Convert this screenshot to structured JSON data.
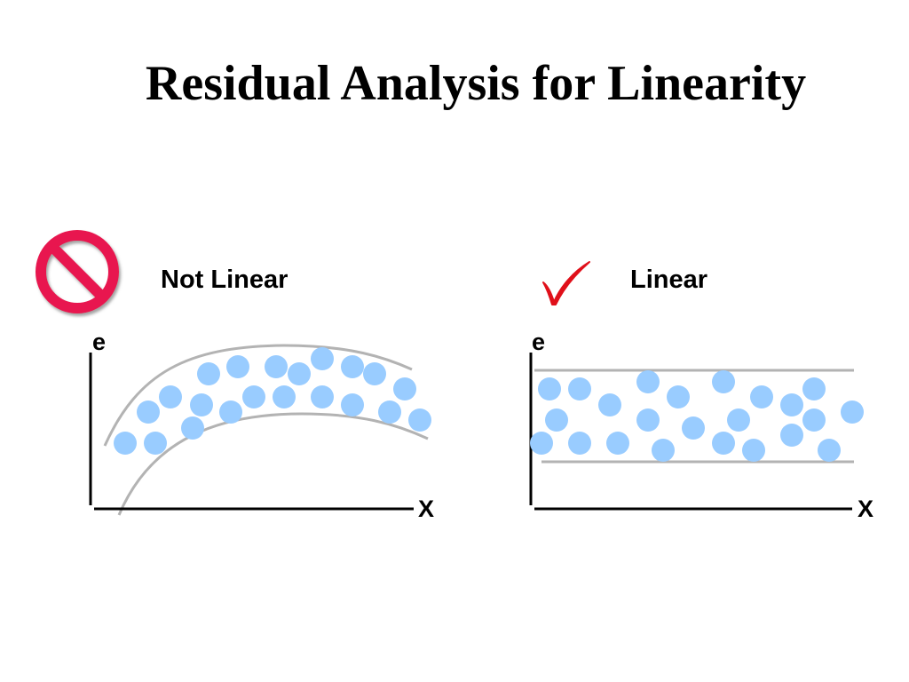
{
  "title": "Residual Analysis for Linearity",
  "panels": {
    "left": {
      "label": "Not Linear",
      "status_icon": "prohibited-icon",
      "y_label": "e",
      "x_label": "X"
    },
    "right": {
      "label": "Linear",
      "status_icon": "checkmark-icon",
      "y_label": "e",
      "x_label": "X"
    }
  },
  "colors": {
    "point": "#99ccff",
    "band": "#b3b3b3",
    "axis": "#000000",
    "prohibit": "#e8194f",
    "check": "#e0101a"
  }
}
